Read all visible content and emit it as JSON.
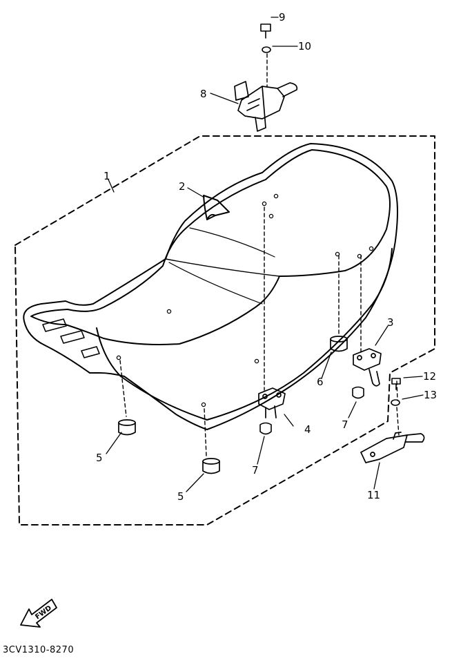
{
  "diagram": {
    "callouts": {
      "c1": "1",
      "c2": "2",
      "c3": "3",
      "c4": "4",
      "c5a": "5",
      "c5b": "5",
      "c6": "6",
      "c7a": "7",
      "c7b": "7",
      "c8": "8",
      "c9": "9",
      "c10": "10",
      "c11": "11",
      "c12": "12",
      "c13": "13"
    },
    "fwd_label": "FWD",
    "part_code": "3CV1310-8270"
  }
}
